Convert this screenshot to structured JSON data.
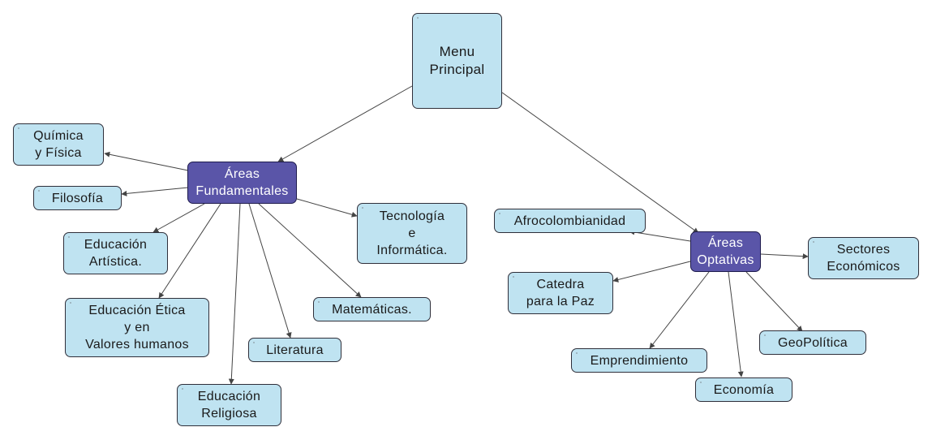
{
  "colors": {
    "leaf_fill": "#bfe3f1",
    "hub_fill": "#5a55a8",
    "edge": "#444444"
  },
  "nodes": {
    "root": [
      "Menu",
      "Principal"
    ],
    "fundamentales": [
      "Áreas",
      "Fundamentales"
    ],
    "optativas": [
      "Áreas",
      "Optativas"
    ],
    "quimica": [
      "Química",
      "y Física"
    ],
    "filosofia": [
      "Filosofía"
    ],
    "artistica": [
      "Educación",
      "Artística."
    ],
    "etica": [
      "Educación Ética",
      "y en",
      "Valores humanos"
    ],
    "religiosa": [
      "Educación",
      "Religiosa"
    ],
    "literatura": [
      "Literatura"
    ],
    "matematicas": [
      "Matemáticas."
    ],
    "tecnologia": [
      "Tecnología",
      "e",
      "Informática."
    ],
    "afro": [
      "Afrocolombianidad"
    ],
    "catedra": [
      "Catedra",
      "para la Paz"
    ],
    "emprendimiento": [
      "Emprendimiento"
    ],
    "economia": [
      "Economía"
    ],
    "geopolitica": [
      "GeoPolítica"
    ],
    "sectores": [
      "Sectores",
      "Económicos"
    ]
  }
}
